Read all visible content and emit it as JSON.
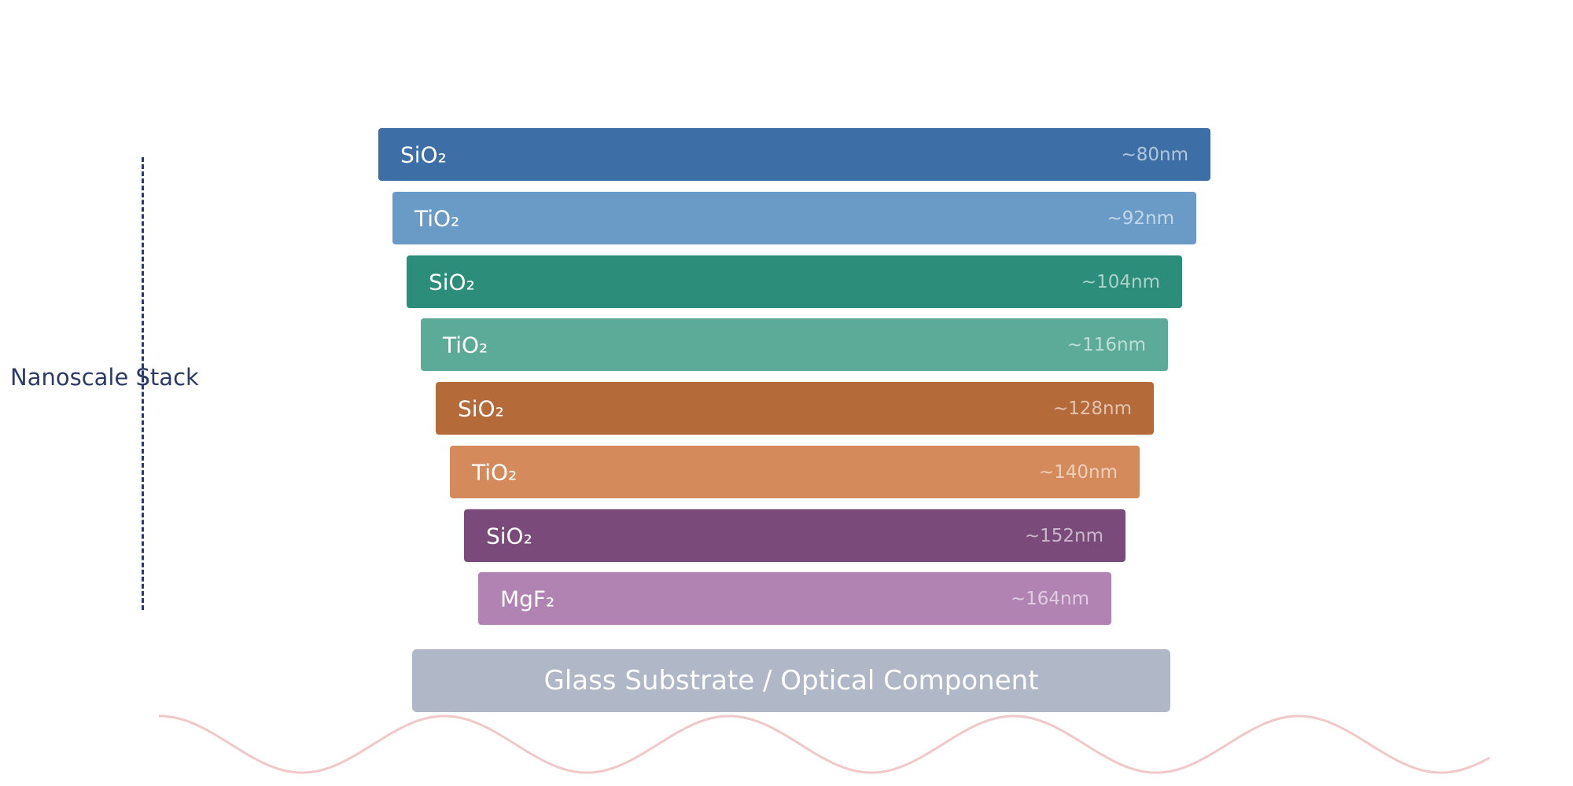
{
  "diagram": {
    "side_label": "Nanoscale Stack",
    "layers": [
      {
        "material": "SiO₂",
        "thickness": "~80nm",
        "color": "#3d6fa6"
      },
      {
        "material": "TiO₂",
        "thickness": "~92nm",
        "color": "#6a9bc7"
      },
      {
        "material": "SiO₂",
        "thickness": "~104nm",
        "color": "#2c8d7a"
      },
      {
        "material": "TiO₂",
        "thickness": "~116nm",
        "color": "#5caa98"
      },
      {
        "material": "SiO₂",
        "thickness": "~128nm",
        "color": "#b56a3a"
      },
      {
        "material": "TiO₂",
        "thickness": "~140nm",
        "color": "#d48a5a"
      },
      {
        "material": "SiO₂",
        "thickness": "~152nm",
        "color": "#7a4b7a"
      },
      {
        "material": "MgF₂",
        "thickness": "~164nm",
        "color": "#b083b3"
      }
    ],
    "substrate": {
      "label": "Glass Substrate / Optical Component",
      "color": "#b0b7c6"
    },
    "wave_color": "#f0c8c8",
    "axis_color": "#2b3a67"
  }
}
